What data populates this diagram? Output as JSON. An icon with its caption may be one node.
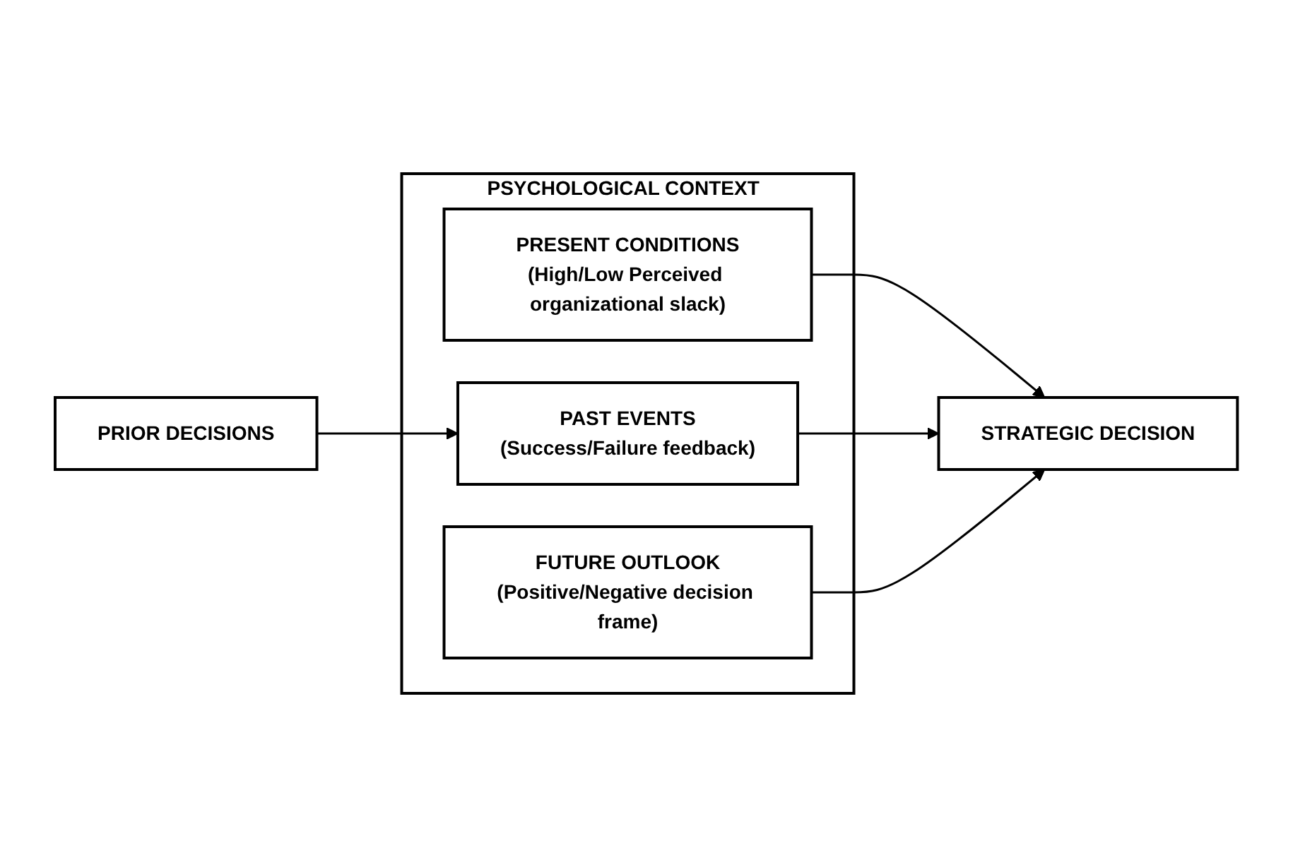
{
  "diagram": {
    "nodes": [
      {
        "text": [
          "PRIOR DECISIONS"
        ]
      },
      {
        "text": [
          "PSYCHOLOGICAL CONTEXT"
        ]
      },
      {
        "text": [
          "PRESENT CONDITIONS",
          "(High/Low Perceived organizational slack)"
        ],
        "in": 1
      },
      {
        "text": [
          "PAST EVENTS",
          "(Success/Failure feedback)"
        ],
        "in": 1
      },
      {
        "text": [
          "FUTURE OUTLOOK",
          "(Positive/Negative decision frame)"
        ],
        "in": 1
      },
      {
        "text": [
          "STRATEGIC DECISION"
        ]
      }
    ],
    "edges": [
      {
        "from": 0,
        "to": 3,
        "arrow": "to"
      },
      {
        "from": 2,
        "to": 5,
        "arrow": "to"
      },
      {
        "from": 3,
        "to": 5,
        "arrow": "to"
      },
      {
        "from": 4,
        "to": 5,
        "arrow": "to"
      }
    ]
  }
}
